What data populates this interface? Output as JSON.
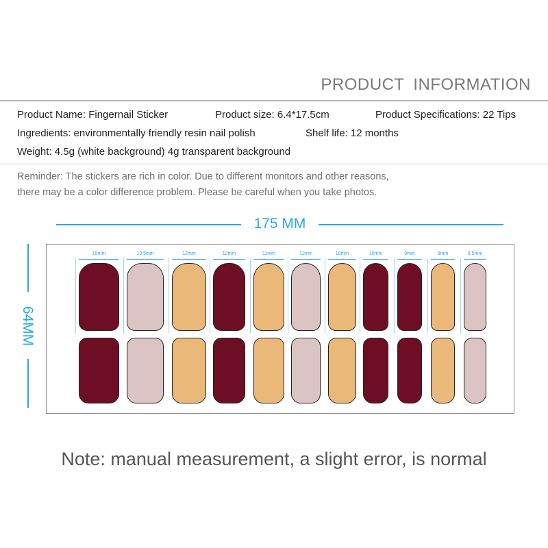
{
  "header": {
    "title": "PRODUCT INFORMATION"
  },
  "info": {
    "product_name": "Product Name: Fingernail Sticker",
    "product_size": "Product size: 6.4*17.5cm",
    "specs": "Product Specifications: 22 Tips",
    "ingredients": "Ingredients: environmentally friendly resin nail polish",
    "shelf_life": "Shelf life: 12 months",
    "weight": "Weight: 4.5g (white background) 4g transparent background"
  },
  "reminder": {
    "line1": "Reminder: The stickers are rich in color. Due to different monitors and other reasons,",
    "line2": "there may be a color difference problem. Please be careful when you take photos."
  },
  "dimensions": {
    "width_label": "175 MM",
    "height_label": "64MM"
  },
  "colors": {
    "burgundy": "#6e0e24",
    "pink": "#dcc4c4",
    "nude": "#eab97a",
    "accent": "#2aa7e0"
  },
  "nails": {
    "width_labels": [
      "15mm",
      "13.5mm",
      "12mm",
      "12mm",
      "11mm",
      "11mm",
      "10mm",
      "10mm",
      "9mm",
      "9mm",
      "8.5mm"
    ],
    "top_row": [
      "burgundy",
      "pink",
      "nude",
      "burgundy",
      "nude",
      "pink",
      "nude",
      "burgundy",
      "burgundy",
      "nude",
      "pink"
    ],
    "bottom_row": [
      "burgundy",
      "pink",
      "nude",
      "burgundy",
      "nude",
      "pink",
      "nude",
      "burgundy",
      "burgundy",
      "nude",
      "pink"
    ]
  },
  "note": "Note: manual measurement, a slight error, is normal"
}
